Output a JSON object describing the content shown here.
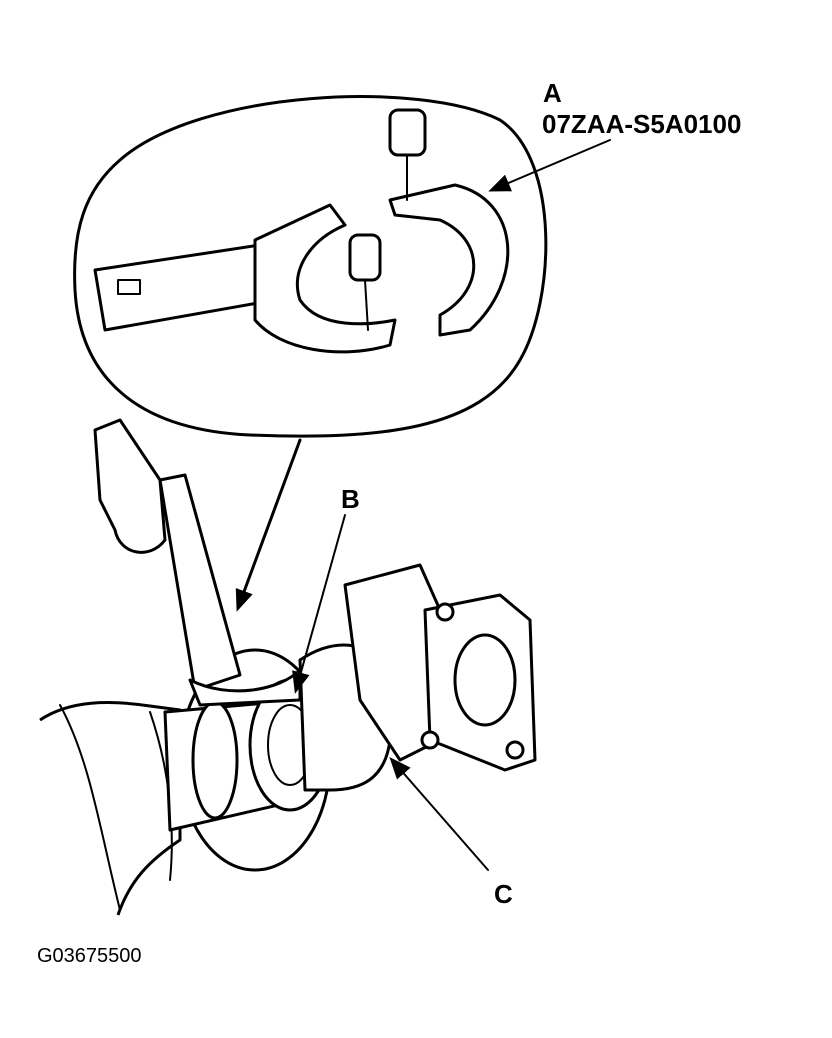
{
  "labels": {
    "a_letter": "A",
    "a_part_number": "07ZAA-S5A0100",
    "b_letter": "B",
    "c_letter": "C"
  },
  "figure_code": "G03675500"
}
